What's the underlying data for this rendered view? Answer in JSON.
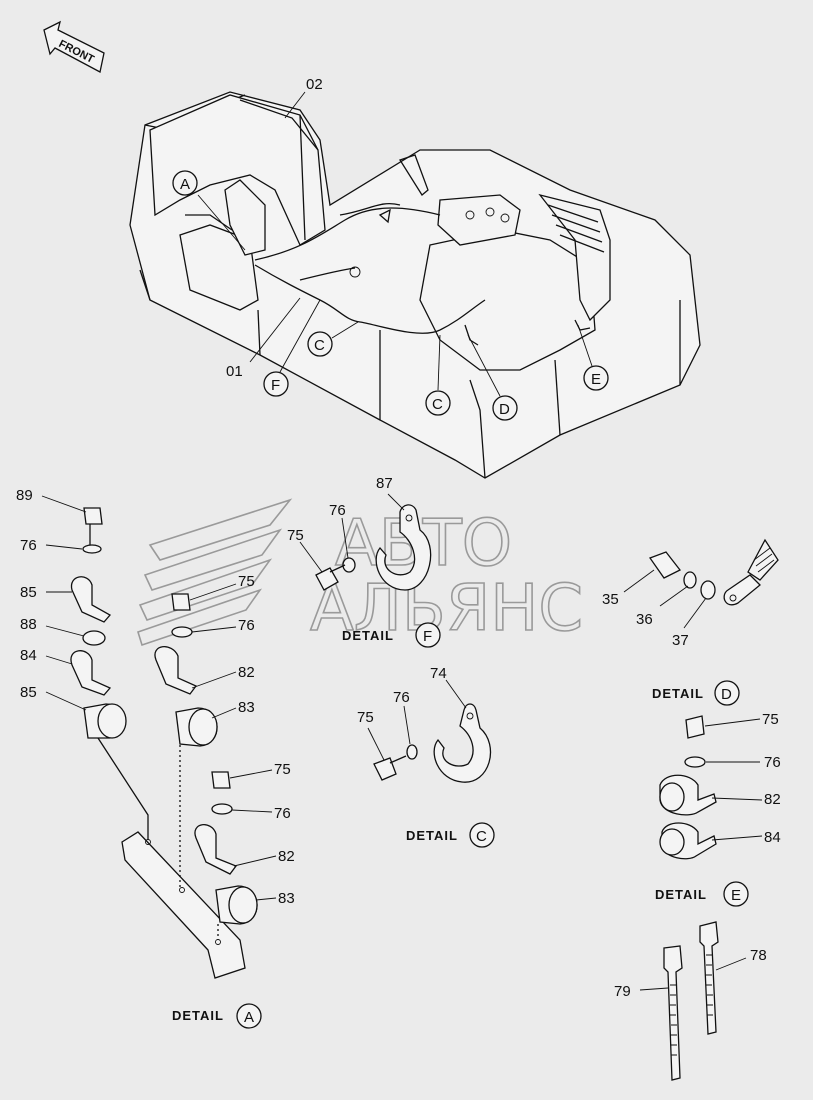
{
  "front_arrow": "FRONT",
  "callouts": {
    "c02": "02",
    "c01": "01",
    "c89": "89",
    "c76a": "76",
    "c85a": "85",
    "c88": "88",
    "c84a": "84",
    "c85b": "85",
    "c75a": "75",
    "c76b": "76",
    "c82a": "82",
    "c83a": "83",
    "c75b": "75",
    "c76c": "76",
    "c82b": "82",
    "c83b": "83",
    "c87": "87",
    "c76d": "76",
    "c75c": "75",
    "c35": "35",
    "c36": "36",
    "c37": "37",
    "c74": "74",
    "c76e": "76",
    "c75d": "75",
    "c75e": "75",
    "c76f": "76",
    "c82c": "82",
    "c84b": "84",
    "c78": "78",
    "c79": "79"
  },
  "circle_refs": {
    "A": "A",
    "C1": "C",
    "C2": "C",
    "D": "D",
    "E": "E",
    "F": "F"
  },
  "details": {
    "A": {
      "text": "DETAIL",
      "ref": "A"
    },
    "C": {
      "text": "DETAIL",
      "ref": "C"
    },
    "D": {
      "text": "DETAIL",
      "ref": "D"
    },
    "E": {
      "text": "DETAIL",
      "ref": "E"
    },
    "F": {
      "text": "DETAIL",
      "ref": "F"
    }
  },
  "watermark": {
    "line1": "АВТО",
    "line2": "АЛЬЯНС"
  }
}
